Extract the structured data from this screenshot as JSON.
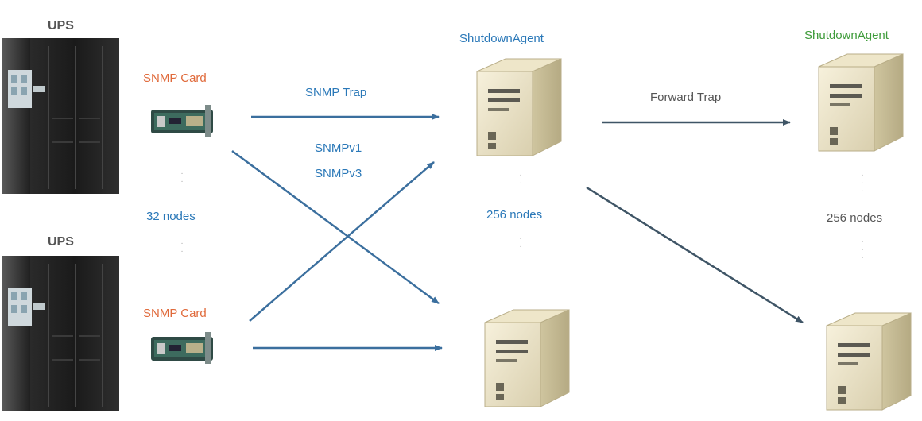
{
  "ups": [
    {
      "label": "UPS"
    },
    {
      "label": "UPS"
    }
  ],
  "cards": [
    {
      "label": "SNMP Card"
    },
    {
      "label": "SNMP Card"
    }
  ],
  "ups_count_label": "32 nodes",
  "agent_left": {
    "title": "ShutdownAgent",
    "count_label": "256 nodes"
  },
  "agent_right": {
    "title": "ShutdownAgent",
    "count_label": "256 nodes"
  },
  "arrows": {
    "snmp_trap": "SNMP Trap",
    "snmp_v1": "SNMPv1",
    "snmp_v3": "SNMPv3",
    "forward_trap": "Forward Trap"
  },
  "colors": {
    "blue": "#2a78b8",
    "orange": "#e06a3b",
    "green": "#3e9b3a",
    "arrow_blue": "#3b6f9e",
    "arrow_dark": "#3f5566"
  }
}
